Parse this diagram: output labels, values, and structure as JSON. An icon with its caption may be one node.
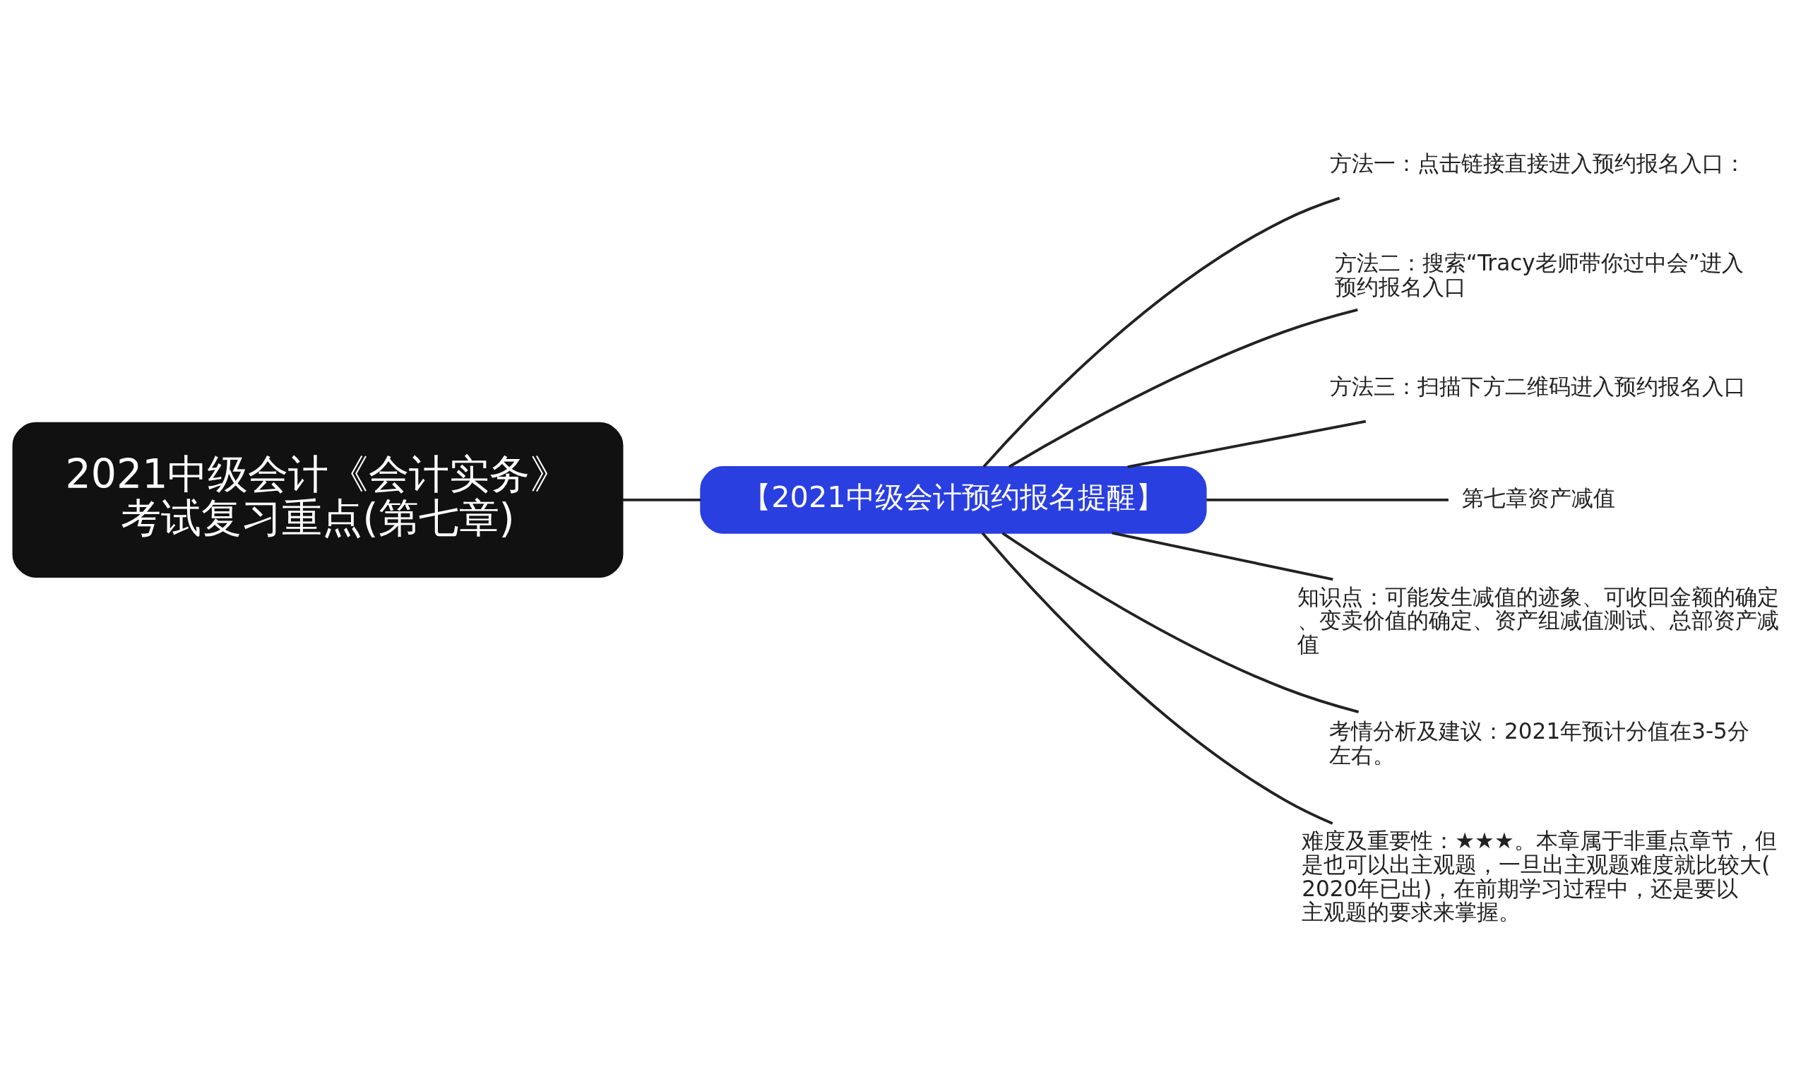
{
  "diagram": {
    "nodes": [
      {
        "text": [
          "2021中级会计《会计实务》考试复习重点(第七章)"
        ]
      },
      {
        "text": [
          "【2021中级会计预约报名提醒】"
        ]
      },
      {
        "text": [
          "方法一：点击链接直接进入预约报名入口："
        ]
      },
      {
        "text": [
          "方法二：搜索“Tracy老师带你过中会”进入预约报名入口"
        ]
      },
      {
        "text": [
          "方法三：扫描下方二维码进入预约报名入口"
        ]
      },
      {
        "text": [
          "第七章资产减值"
        ]
      },
      {
        "text": [
          "知识点：可能发生减值的迹象、可收回金额的确定、变卖价值的确定、资产组减值测试、总部资产减值"
        ]
      },
      {
        "text": [
          "考情分析及建议：2021年预计分值在3-5分左右。"
        ]
      },
      {
        "text": [
          "难度及重要性：★★★。本章属于非重点章节，但是也可以出主观题，一旦出主观题难度就比较大(2020年已出)，在前期学习过程中，还是要以主观题的要求来掌握。"
        ]
      }
    ],
    "edges": [
      {
        "from": 0,
        "to": 1,
        "arrow": "none"
      },
      {
        "from": 1,
        "to": 2,
        "arrow": "none"
      },
      {
        "from": 1,
        "to": 3,
        "arrow": "none"
      },
      {
        "from": 1,
        "to": 4,
        "arrow": "none"
      },
      {
        "from": 1,
        "to": 5,
        "arrow": "none"
      },
      {
        "from": 1,
        "to": 6,
        "arrow": "none"
      },
      {
        "from": 1,
        "to": 7,
        "arrow": "none"
      },
      {
        "from": 1,
        "to": 8,
        "arrow": "none"
      }
    ]
  }
}
